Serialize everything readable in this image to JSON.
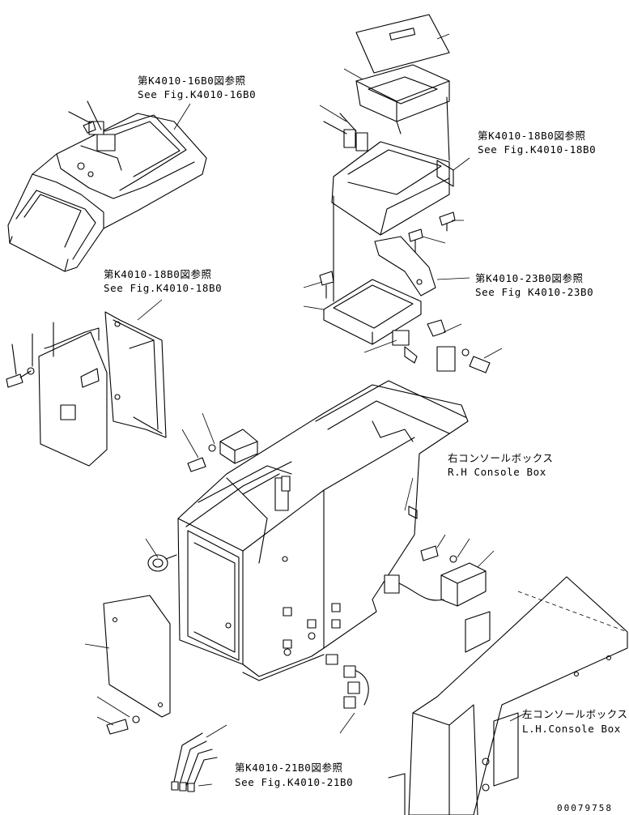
{
  "callouts": [
    {
      "jp": "第K4010-16B0図参照",
      "en": "See Fig.K4010-16B0"
    },
    {
      "jp": "第K4010-18B0図参照",
      "en": "See Fig.K4010-18B0"
    },
    {
      "jp": "第K4010-23B0図参照",
      "en": "See Fig K4010-23B0"
    },
    {
      "jp": "第K4010-18B0図参照",
      "en": "See Fig.K4010-18B0"
    },
    {
      "jp": "右コンソールボックス",
      "en": "R.H Console Box"
    },
    {
      "jp": "左コンソールボックス",
      "en": "L.H.Console Box"
    },
    {
      "jp": "第K4010-21B0図参照",
      "en": "See Fig.K4010-21B0"
    }
  ],
  "drawing_number": "00079758"
}
